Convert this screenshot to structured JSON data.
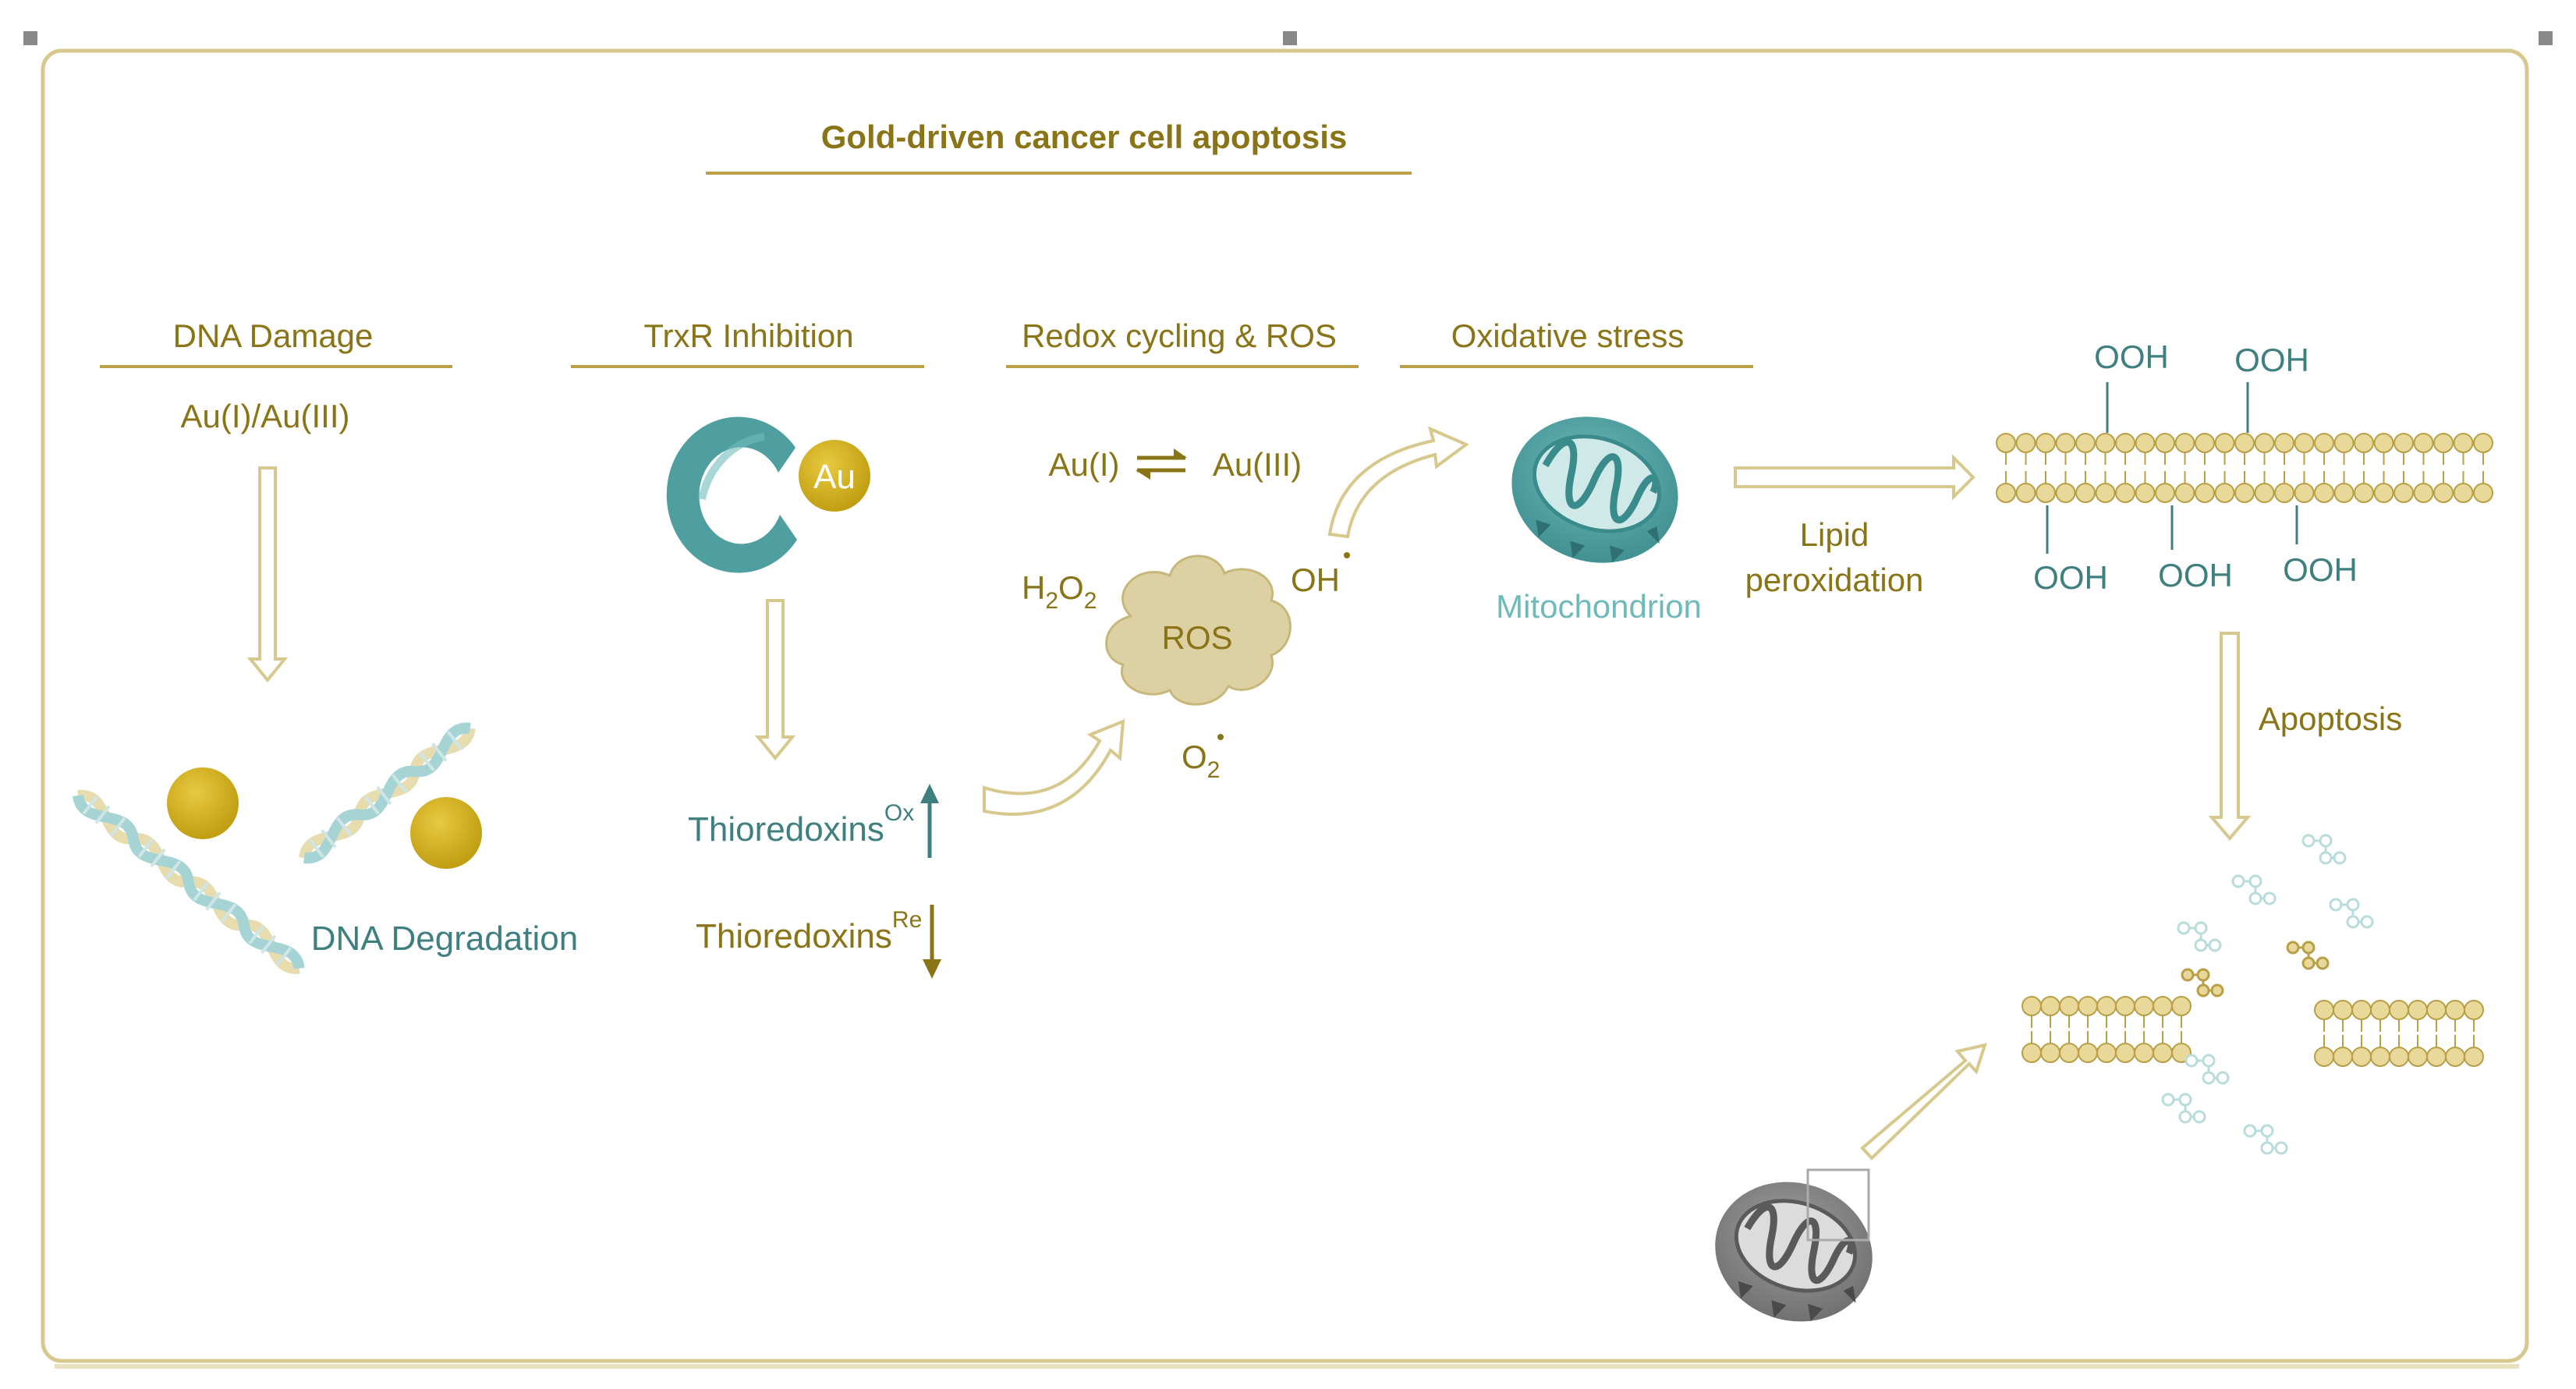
{
  "title": "Gold-driven cancer cell apoptosis",
  "sections": {
    "dna_damage": "DNA Damage",
    "trxr_inhibition": "TrxR Inhibition",
    "redox_cycling": "Redox cycling & ROS",
    "oxidative_stress": "Oxidative stress"
  },
  "labels": {
    "au_species": "Au(I)/Au(III)",
    "dna_degradation": "DNA Degradation",
    "au_badge": "Au",
    "thioredoxin_ox_base": "Thioredoxins",
    "thioredoxin_ox_sup": "Ox",
    "thioredoxin_re_base": "Thioredoxins",
    "thioredoxin_re_sup": "Re",
    "au_i": "Au(I)",
    "au_iii": "Au(III)",
    "h2o2_base": "H",
    "h2o2_sub1": "2",
    "h2o2_mid": "O",
    "h2o2_sub2": "2",
    "ros": "ROS",
    "oh_radical": "OH",
    "o2_base": "O",
    "o2_sub": "2",
    "mitochondrion": "Mitochondrion",
    "lipid_peroxidation_line1": "Lipid",
    "lipid_peroxidation_line2": "peroxidation",
    "apoptosis": "Apoptosis",
    "ooh": "OOH"
  },
  "colors": {
    "gold": "#8a7418",
    "gold_light": "#e6dcae",
    "gold_ball": "#d4b120",
    "teal": "#3f7f80",
    "teal_light": "#6fb9bb",
    "border": "#d7c98d"
  }
}
